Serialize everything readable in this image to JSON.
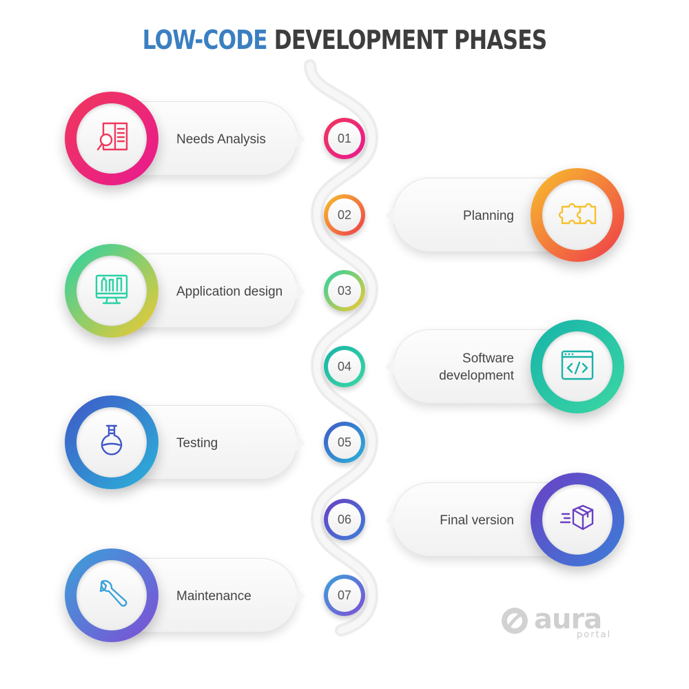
{
  "title": {
    "accent": "LOW-CODE",
    "rest": "DEVELOPMENT PHASES"
  },
  "phases": [
    {
      "number": "01",
      "label": "Needs Analysis",
      "icon": "document-search-icon",
      "side": "left",
      "colors": [
        "#f0385c",
        "#e8198f"
      ]
    },
    {
      "number": "02",
      "label": "Planning",
      "icon": "puzzle-icon",
      "side": "right",
      "colors": [
        "#f7c02c",
        "#ef3a4b"
      ]
    },
    {
      "number": "03",
      "label": "Application design",
      "icon": "design-monitor-icon",
      "side": "left",
      "colors": [
        "#28d1a5",
        "#f5c92f"
      ]
    },
    {
      "number": "04",
      "label": "Software development",
      "icon": "code-window-icon",
      "side": "right",
      "colors": [
        "#17b3a9",
        "#3cd7a3"
      ]
    },
    {
      "number": "05",
      "label": "Testing",
      "icon": "flask-icon",
      "side": "left",
      "colors": [
        "#3f57c7",
        "#2bb4d9"
      ]
    },
    {
      "number": "06",
      "label": "Final version",
      "icon": "delivery-box-icon",
      "side": "right",
      "colors": [
        "#6a3fc4",
        "#3b7fd8"
      ]
    },
    {
      "number": "07",
      "label": "Maintenance",
      "icon": "wrench-icon",
      "side": "left",
      "colors": [
        "#3aa2d8",
        "#7f4dd6"
      ]
    }
  ],
  "logo": {
    "word": "aura",
    "sub": "portal"
  }
}
